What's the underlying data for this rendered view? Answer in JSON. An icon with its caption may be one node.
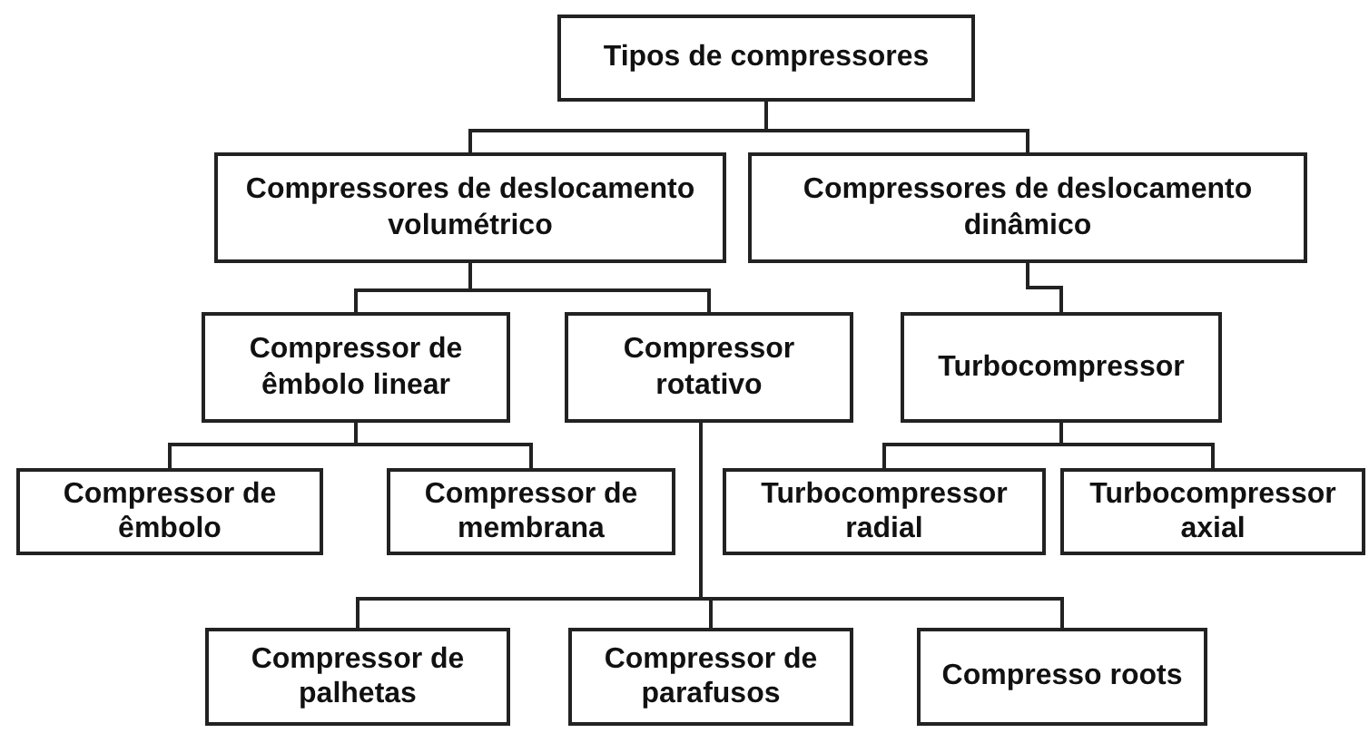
{
  "diagram": {
    "nodes": [
      {
        "text": [
          "Tipos de compressores"
        ]
      },
      {
        "text": [
          "Compressores de deslocamento volumétrico"
        ]
      },
      {
        "text": [
          "Compressores de deslocamento dinâmico"
        ]
      },
      {
        "text": [
          "Compressor de êmbolo linear"
        ]
      },
      {
        "text": [
          "Compressor rotativo"
        ]
      },
      {
        "text": [
          "Turbocompressor"
        ]
      },
      {
        "text": [
          "Compressor de êmbolo"
        ]
      },
      {
        "text": [
          "Compressor de membrana"
        ]
      },
      {
        "text": [
          "Turbocompressor radial"
        ]
      },
      {
        "text": [
          "Turbocompressor axial"
        ]
      },
      {
        "text": [
          "Compressor de palhetas"
        ]
      },
      {
        "text": [
          "Compressor de parafusos"
        ]
      },
      {
        "text": [
          "Compresso roots"
        ]
      }
    ],
    "edges": [
      {
        "from": 0,
        "to": 1,
        "arrow": "none"
      },
      {
        "from": 0,
        "to": 2,
        "arrow": "none"
      },
      {
        "from": 1,
        "to": 3,
        "arrow": "none"
      },
      {
        "from": 1,
        "to": 4,
        "arrow": "none"
      },
      {
        "from": 2,
        "to": 5,
        "arrow": "none"
      },
      {
        "from": 3,
        "to": 6,
        "arrow": "none"
      },
      {
        "from": 3,
        "to": 7,
        "arrow": "none"
      },
      {
        "from": 5,
        "to": 8,
        "arrow": "none"
      },
      {
        "from": 5,
        "to": 9,
        "arrow": "none"
      },
      {
        "from": 4,
        "to": 10,
        "arrow": "none"
      },
      {
        "from": 4,
        "to": 11,
        "arrow": "none"
      },
      {
        "from": 4,
        "to": 12,
        "arrow": "none"
      }
    ]
  }
}
